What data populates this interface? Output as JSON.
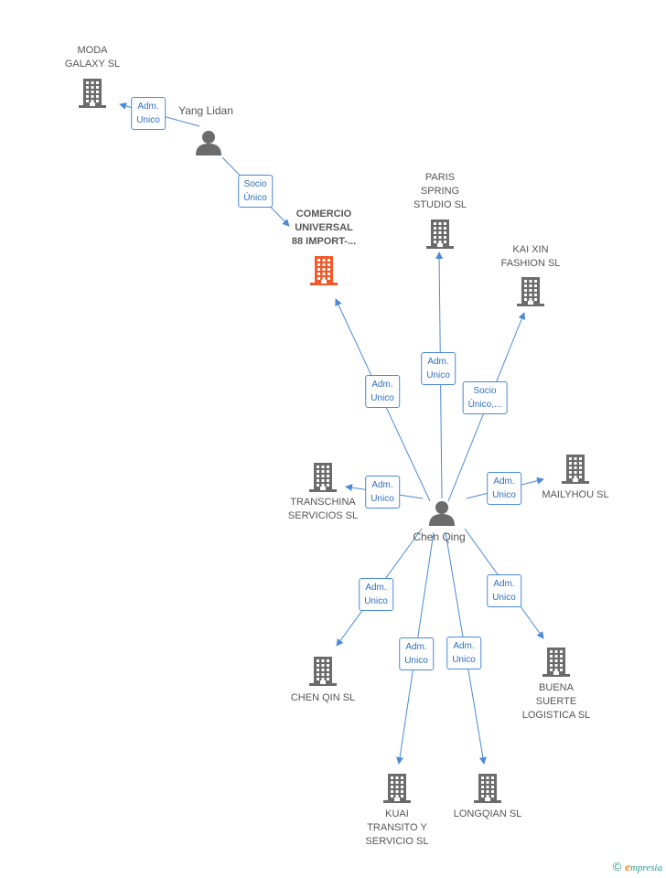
{
  "colors": {
    "edge": "#4a8ad6",
    "building": "#6b6b6b",
    "focus_building": "#f05a2a",
    "person": "#6b6b6b"
  },
  "companies": [
    {
      "id": "moda",
      "label": "MODA\nGALAXY SL"
    },
    {
      "id": "comercio",
      "label": "COMERCIO\nUNIVERSAL\n88 IMPORT-...",
      "focus": true
    },
    {
      "id": "paris",
      "label": "PARIS\nSPRING\nSTUDIO SL"
    },
    {
      "id": "kaixin",
      "label": "KAI XIN\nFASHION SL"
    },
    {
      "id": "transchina",
      "label": "TRANSCHINA\nSERVICIOS SL"
    },
    {
      "id": "mailyhou",
      "label": "MAILYHOU SL"
    },
    {
      "id": "chenqin",
      "label": "CHEN QIN SL"
    },
    {
      "id": "buena",
      "label": "BUENA\nSUERTE\nLOGISTICA SL"
    },
    {
      "id": "kuai",
      "label": "KUAI\nTRANSITO Y\nSERVICIO SL"
    },
    {
      "id": "longqian",
      "label": "LONGQIAN SL"
    }
  ],
  "persons": [
    {
      "id": "yang",
      "label": "Yang Lidan"
    },
    {
      "id": "chen",
      "label": "Chen Qing"
    }
  ],
  "edges": [
    {
      "from": "yang",
      "to": "moda",
      "label": "Adm.\nUnico"
    },
    {
      "from": "yang",
      "to": "comercio",
      "label": "Socio\nÚnico"
    },
    {
      "from": "chen",
      "to": "comercio",
      "label": "Adm.\nUnico"
    },
    {
      "from": "chen",
      "to": "paris",
      "label": "Adm.\nUnico"
    },
    {
      "from": "chen",
      "to": "kaixin",
      "label": "Socio\nÚnico,..."
    },
    {
      "from": "chen",
      "to": "transchina",
      "label": "Adm.\nUnico"
    },
    {
      "from": "chen",
      "to": "mailyhou",
      "label": "Adm.\nUnico"
    },
    {
      "from": "chen",
      "to": "chenqin",
      "label": "Adm.\nUnico"
    },
    {
      "from": "chen",
      "to": "buena",
      "label": "Adm.\nUnico"
    },
    {
      "from": "chen",
      "to": "kuai",
      "label": "Adm.\nUnico"
    },
    {
      "from": "chen",
      "to": "longqian",
      "label": "Adm.\nUnico"
    }
  ],
  "footer": {
    "copyright": "©",
    "brand_initial": "e",
    "brand_rest": "mpresia"
  }
}
